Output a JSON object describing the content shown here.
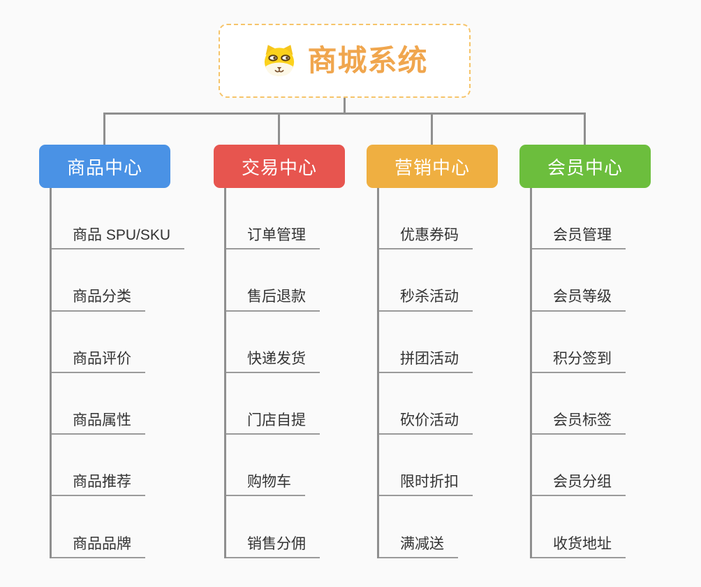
{
  "root": {
    "title": "商城系统",
    "icon": "dog-face-icon"
  },
  "branches": [
    {
      "label": "商品中心",
      "color": "#4A92E5",
      "children": [
        "商品 SPU/SKU",
        "商品分类",
        "商品评价",
        "商品属性",
        "商品推荐",
        "商品品牌"
      ]
    },
    {
      "label": "交易中心",
      "color": "#E7554F",
      "children": [
        "订单管理",
        "售后退款",
        "快递发货",
        "门店自提",
        "购物车",
        "销售分佣"
      ]
    },
    {
      "label": "营销中心",
      "color": "#EFAF41",
      "children": [
        "优惠券码",
        "秒杀活动",
        "拼团活动",
        "砍价活动",
        "限时折扣",
        "满减送"
      ]
    },
    {
      "label": "会员中心",
      "color": "#6CBE3D",
      "children": [
        "会员管理",
        "会员等级",
        "积分签到",
        "会员标签",
        "会员分组",
        "收货地址"
      ]
    }
  ],
  "colors": {
    "background": "#FAFAFA",
    "connector": "#8F8F8F",
    "leaf_underline": "#9A9A9A",
    "leaf_text": "#333333",
    "root_border": "#F6C46A",
    "root_title": "#F0A64E"
  }
}
